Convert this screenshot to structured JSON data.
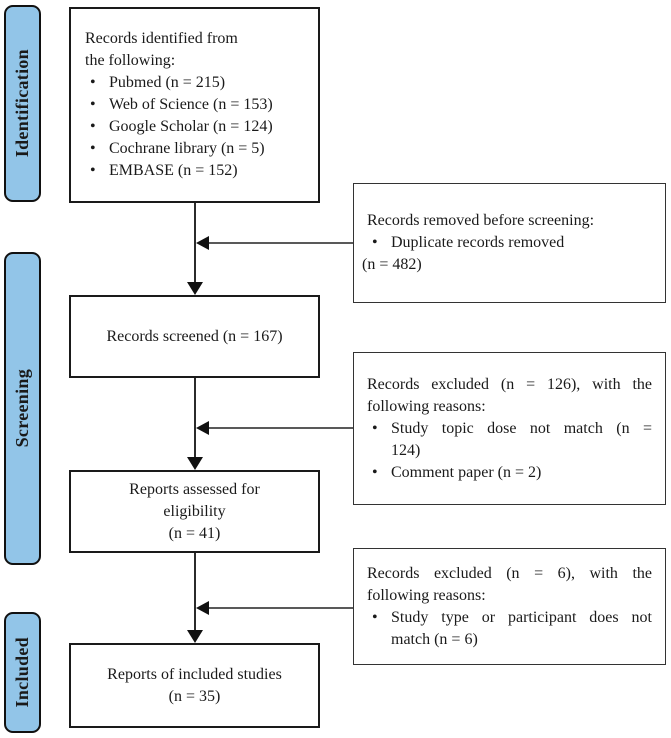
{
  "colors": {
    "stage_fill": "#92C5E8",
    "stage_border": "#111111",
    "box_border": "#1a1a1a",
    "arrow": "#2b2b2b"
  },
  "glyphs": {
    "bullet": "•"
  },
  "sidebar": {
    "stages": [
      "Identification",
      "Screening",
      "Included"
    ]
  },
  "boxes": {
    "identified": {
      "heading_lines": [
        "Records identified from",
        "the following:"
      ],
      "bullets": [
        "Pubmed (n = 215)",
        "Web of Science (n = 153)",
        "Google Scholar (n = 124)",
        "Cochrane library (n = 5)",
        "EMBASE (n = 152)"
      ]
    },
    "removed": {
      "heading": "Records removed before screening:",
      "bullets": [
        "Duplicate records removed"
      ],
      "note": "(n = 482)"
    },
    "screened": {
      "line": "Records screened (n = 167)"
    },
    "excluded_screening": {
      "heading_lines": [
        "Records excluded (n = 126), with the",
        "following reasons:"
      ],
      "bullet1_lines": [
        "Study topic dose not match (n =",
        "124)"
      ],
      "bullet2": "Comment paper (n = 2)"
    },
    "assessed": {
      "lines": [
        "Reports assessed for",
        "eligibility",
        "(n = 41)"
      ]
    },
    "excluded_eligibility": {
      "heading_lines": [
        "Records excluded (n = 6), with the",
        "following reasons:"
      ],
      "bullet1_lines": [
        "Study type or participant does not",
        "match (n = 6)"
      ]
    },
    "included": {
      "lines": [
        "Reports of included studies",
        "(n = 35)"
      ]
    }
  }
}
